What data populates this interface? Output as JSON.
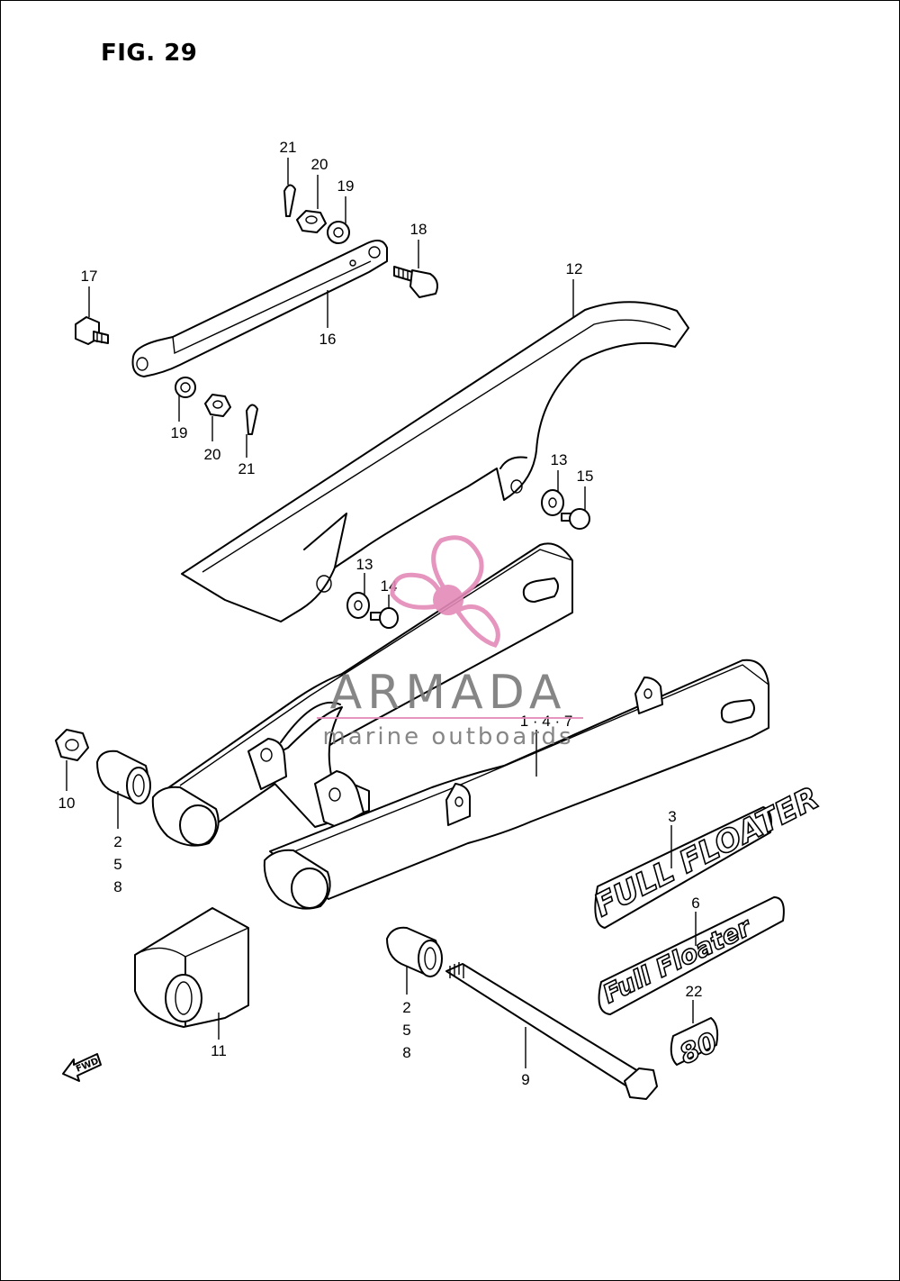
{
  "figure": {
    "title": "FIG. 29"
  },
  "watermark": {
    "brand": "ARMADA",
    "tagline": "marine outboards",
    "accent_color": "#e38ab8",
    "text_color": "#7a7a7a"
  },
  "callouts": {
    "c21a": "21",
    "c20a": "20",
    "c19a": "19",
    "c18": "18",
    "c17": "17",
    "c16": "16",
    "c12": "12",
    "c19b": "19",
    "c20b": "20",
    "c21b": "21",
    "c13a": "13",
    "c15": "15",
    "c13b": "13",
    "c14": "14",
    "c147": "1 · 4 · 7",
    "c10": "10",
    "c258a": "2\n5\n8",
    "c3": "3",
    "c6": "6",
    "c22": "22",
    "c258b": "2\n5\n8",
    "c11": "11",
    "c9": "9"
  },
  "decals": {
    "full_floater": "FULL FLOATER",
    "script_floater": "Full Floater",
    "number_badge": "80"
  },
  "direction_arrow": {
    "label": "FWD"
  }
}
